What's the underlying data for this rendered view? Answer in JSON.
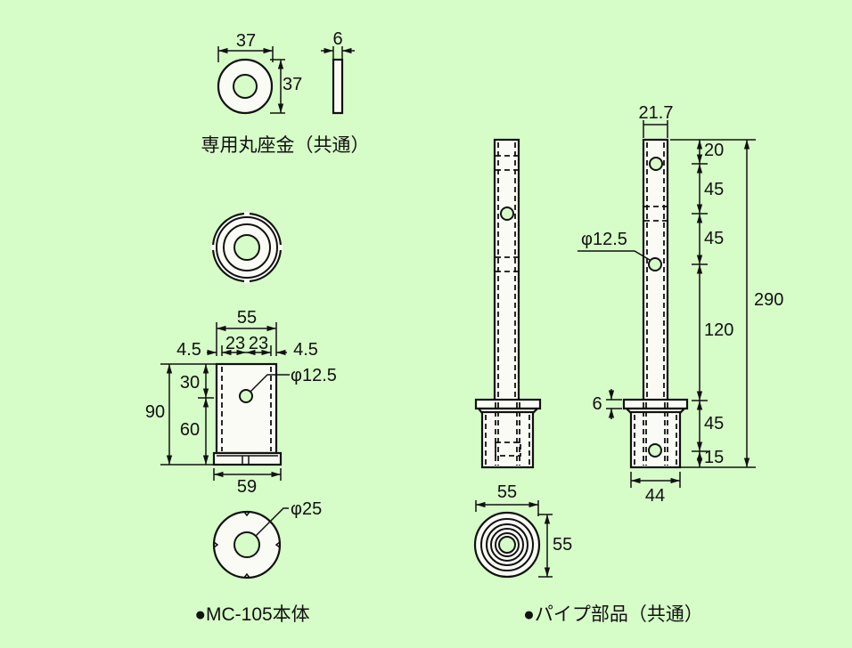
{
  "washer": {
    "width_dim": "37",
    "height_dim": "37",
    "thickness_dim": "6",
    "caption": "専用丸座金（共通）"
  },
  "body": {
    "width_dim": "55",
    "inner_left_dim": "23",
    "inner_right_dim": "23",
    "left_wall_dim": "4.5",
    "right_wall_dim": "4.5",
    "hole_dim": "φ12.5",
    "height_dim": "90",
    "upper_dim": "30",
    "lower_dim": "60",
    "base_width_dim": "59",
    "bottom_hole_dim": "φ25",
    "caption": "●MC-105本体"
  },
  "pipe": {
    "width_dim": "21.7",
    "seg_dims": [
      "20",
      "45",
      "45",
      "120",
      "45",
      "15"
    ],
    "total_dim": "290",
    "flange_dim": "6",
    "hole_dim": "φ12.5",
    "socket_width_dim": "44",
    "base_width_dim": "55",
    "base_height_dim": "55",
    "caption": "●パイプ部品（共通）"
  }
}
